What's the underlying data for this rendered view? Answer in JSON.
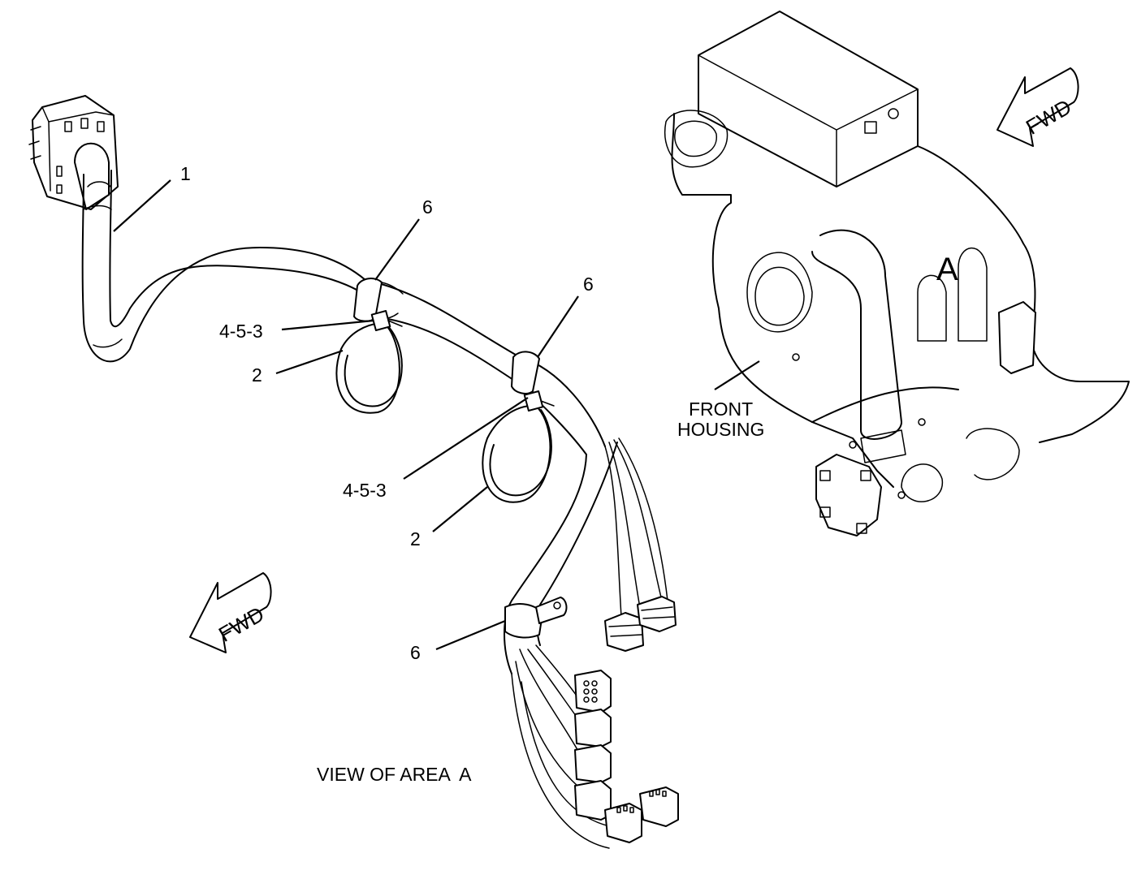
{
  "callouts": {
    "item_1": "1",
    "item_6_top": "6",
    "item_6_mid": "6",
    "item_6_bottom": "6",
    "item_453_top": "4-5-3",
    "item_453_mid": "4-5-3",
    "item_2_top": "2",
    "item_2_mid": "2"
  },
  "arrows": {
    "fwd_top": "FWD",
    "fwd_bottom": "FWD"
  },
  "engine": {
    "area_marker": "A",
    "front_housing_line1": "FRONT",
    "front_housing_line2": "HOUSING"
  },
  "caption": "VIEW OF AREA  A",
  "colors": {
    "line": "#000000",
    "background": "#ffffff"
  }
}
